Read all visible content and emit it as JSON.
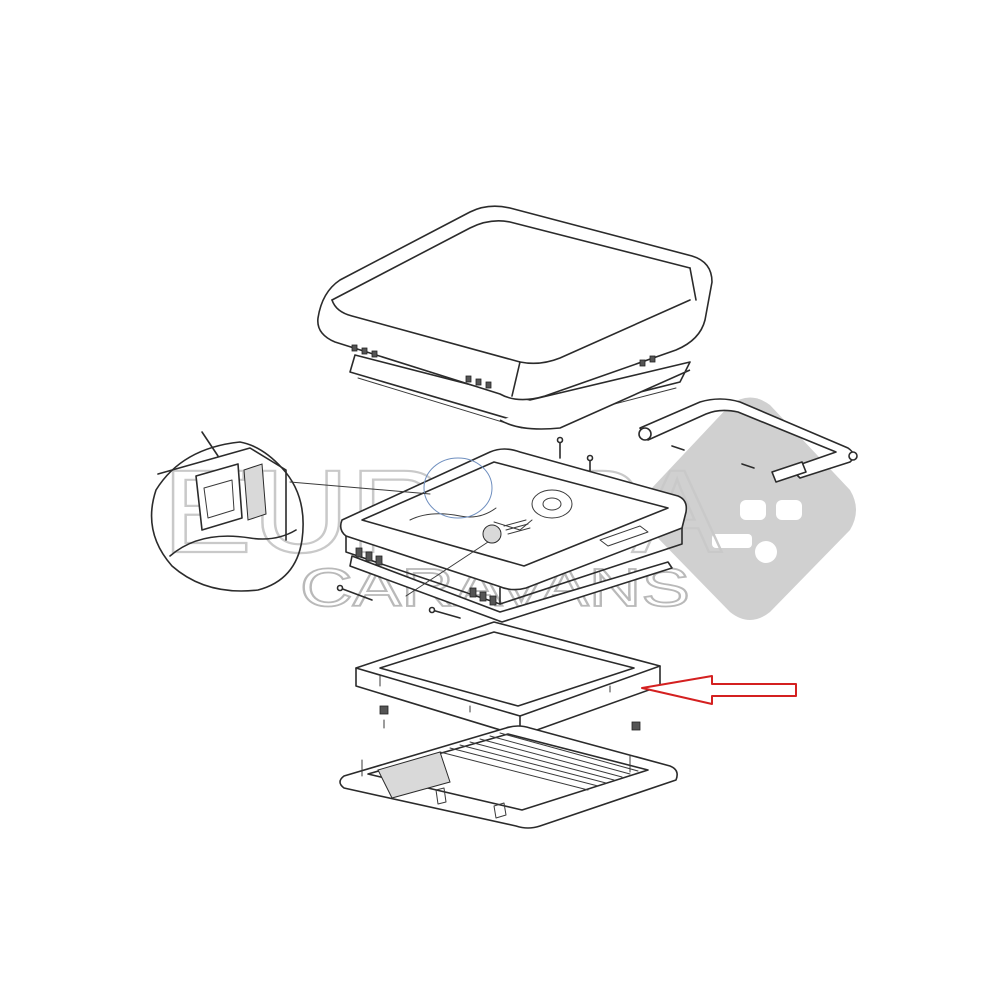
{
  "watermark": {
    "line1": "EUROPA",
    "line2": "CARAVANS",
    "logo_icon": "caravan-face-logo-icon",
    "color": "#c8c8c8"
  },
  "highlight": {
    "arrow_icon": "red-outline-arrow-icon",
    "color": "#d42020"
  },
  "parts": [
    "roof-vent-dome-lid",
    "dome-seal-frame",
    "vent-upper-frame-with-mechanism",
    "lifting-arm-linkage",
    "inner-frame-ring",
    "interior-trim-with-flyscreen"
  ]
}
